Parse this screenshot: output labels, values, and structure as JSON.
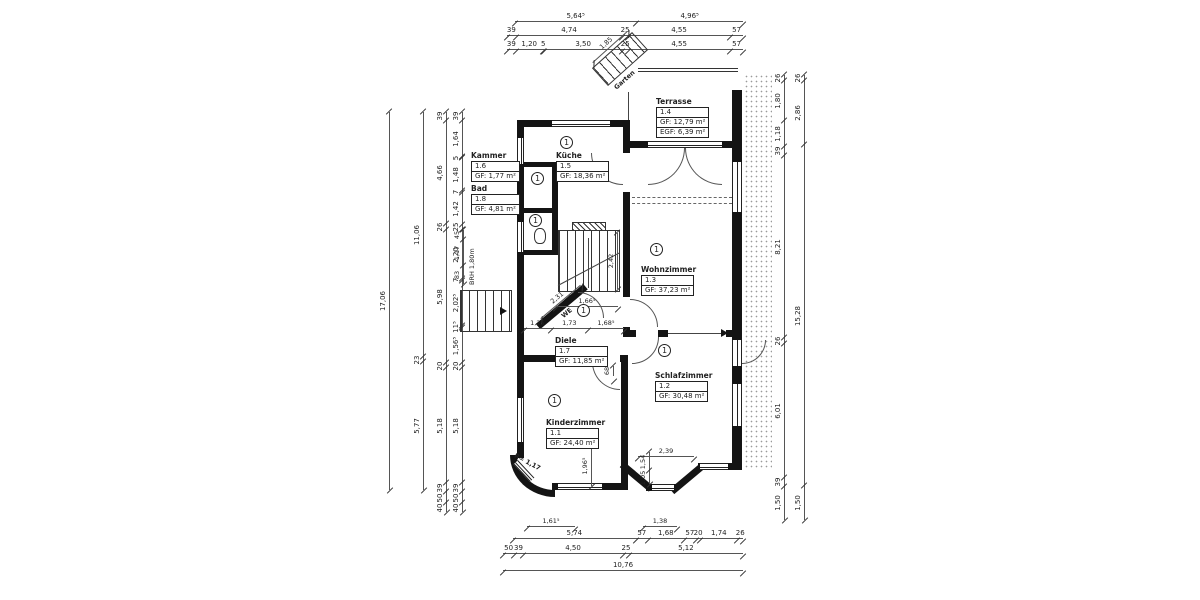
{
  "drawing": {
    "type": "floor-plan",
    "story_marker": "1",
    "rooms": [
      {
        "name": "Kinderzimmer",
        "id": "1.1",
        "gf": "GF: 24,40 m²"
      },
      {
        "name": "Schlafzimmer",
        "id": "1.2",
        "gf": "GF: 30,48 m²"
      },
      {
        "name": "Wohnzimmer",
        "id": "1.3",
        "gf": "GF: 37,23 m²"
      },
      {
        "name": "Terrasse",
        "id": "1.4",
        "gf": "GF: 12,79 m²",
        "egf": "EGF: 6,39 m²"
      },
      {
        "name": "Küche",
        "id": "1.5",
        "gf": "GF: 18,36 m²"
      },
      {
        "name": "Kammer",
        "id": "1.6",
        "gf": "GF: 1,77 m²"
      },
      {
        "name": "Diele",
        "id": "1.7",
        "gf": "GF: 11,85 m²"
      },
      {
        "name": "Bad",
        "id": "1.8",
        "gf": "GF: 4,81 m²"
      }
    ],
    "annotations": {
      "garten": "Garten",
      "brh": "BRH 1,80m",
      "radius": "R= 1,17",
      "we": "WE"
    },
    "colors": {
      "wall": "#141414",
      "dim_line": "#555555",
      "paper": "#ffffff"
    }
  },
  "dims": {
    "top1": [
      {
        "label": "5,64⁵",
        "m": 5.645
      },
      {
        "label": "4,96⁵",
        "m": 4.965
      }
    ],
    "top2": [
      {
        "label": "39",
        "m": 0.39
      },
      {
        "label": "4,74",
        "m": 4.74
      },
      {
        "label": "25",
        "m": 0.25
      },
      {
        "label": "4,55",
        "m": 4.55
      },
      {
        "label": "57",
        "m": 0.57
      }
    ],
    "top3": [
      {
        "label": "39",
        "m": 0.39
      },
      {
        "label": "1,20",
        "m": 1.2
      },
      {
        "label": "5",
        "m": 0.05
      },
      {
        "label": "3,50",
        "m": 3.5
      },
      {
        "label": "25",
        "m": 0.25
      },
      {
        "label": "4,55",
        "m": 4.55
      },
      {
        "label": "57",
        "m": 0.57
      }
    ],
    "left1": [
      {
        "label": "17,06",
        "m": 17.06
      }
    ],
    "left2": [
      {
        "label": "11,06",
        "m": 11.06
      },
      {
        "label": "23",
        "m": 0.23
      },
      {
        "label": "5,77",
        "m": 5.77
      }
    ],
    "left3": [
      {
        "label": "39",
        "m": 0.39
      },
      {
        "label": "4,66",
        "m": 4.66
      },
      {
        "label": "26",
        "m": 0.26
      },
      {
        "label": "5,98",
        "m": 5.98
      },
      {
        "label": "20",
        "m": 0.2
      },
      {
        "label": "5,18",
        "m": 5.18
      },
      {
        "label": "39",
        "m": 0.39
      },
      {
        "label": "50",
        "m": 0.5
      },
      {
        "label": "40",
        "m": 0.4
      }
    ],
    "left4": [
      {
        "label": "39",
        "m": 0.39
      },
      {
        "label": "1,64",
        "m": 1.64
      },
      {
        "label": "5",
        "m": 0.05
      },
      {
        "label": "1,48",
        "m": 1.48
      },
      {
        "label": "7",
        "m": 0.07
      },
      {
        "label": "1,42",
        "m": 1.42
      },
      {
        "label": "25",
        "m": 0.25
      },
      {
        "label": "2,20",
        "m": 2.2
      },
      {
        "label": "7",
        "m": 0.07
      },
      {
        "label": "2,02⁵",
        "m": 2.025
      },
      {
        "label": "11⁵",
        "m": 0.115
      },
      {
        "label": "1,56⁵",
        "m": 1.565
      },
      {
        "label": "20",
        "m": 0.2
      },
      {
        "label": "5,18",
        "m": 5.18
      },
      {
        "label": "39",
        "m": 0.39
      },
      {
        "label": "50",
        "m": 0.5
      },
      {
        "label": "40",
        "m": 0.4
      }
    ],
    "right1": [
      {
        "label": "26",
        "m": 0.26
      },
      {
        "label": "1,80",
        "m": 1.8
      },
      {
        "label": "1,18",
        "m": 1.18
      },
      {
        "label": "39",
        "m": 0.39
      },
      {
        "label": "8,21",
        "m": 8.21
      },
      {
        "label": "26",
        "m": 0.26
      },
      {
        "label": "6,01",
        "m": 6.01
      },
      {
        "label": "39",
        "m": 0.39
      },
      {
        "label": "1,50",
        "m": 1.5
      }
    ],
    "right2": [
      {
        "label": "26",
        "m": 0.26
      },
      {
        "label": "2,86",
        "m": 2.86
      },
      {
        "label": "15,28",
        "m": 15.28
      },
      {
        "label": "1,50",
        "m": 1.5
      }
    ],
    "bottom1": [
      {
        "label": "5,74",
        "m": 5.74
      },
      {
        "label": "57",
        "m": 0.57
      },
      {
        "label": "1,68",
        "m": 1.68
      },
      {
        "label": "57",
        "m": 0.57
      },
      {
        "label": "20",
        "m": 0.2
      },
      {
        "label": "1,74",
        "m": 1.74
      },
      {
        "label": "26",
        "m": 0.26
      }
    ],
    "bottom2": [
      {
        "label": "50",
        "m": 0.5
      },
      {
        "label": "39",
        "m": 0.39
      },
      {
        "label": "4,50",
        "m": 4.5
      },
      {
        "label": "25",
        "m": 0.25
      },
      {
        "label": "5,12",
        "m": 5.12
      }
    ],
    "bottom3": [
      {
        "label": "10,76",
        "m": 10.76
      }
    ],
    "bot_s1": [
      {
        "label": "1,61⁵",
        "m": 1.615
      }
    ],
    "bot_s2": [
      {
        "label": "1,38",
        "m": 1.38
      }
    ],
    "garden": [
      {
        "label": "1,85",
        "m": 1.85
      }
    ],
    "diele_top": [
      {
        "label": "1,25",
        "m": 1.25
      },
      {
        "label": "1,73",
        "m": 1.73
      },
      {
        "label": "1,68⁵",
        "m": 1.685
      }
    ],
    "stair_h": [
      {
        "label": "2,42",
        "m": 2.42
      }
    ],
    "stair_w": [
      {
        "label": "1,66⁵",
        "m": 1.665
      }
    ],
    "we_dim": [
      {
        "label": "2,31",
        "m": 2.31
      }
    ],
    "door_off": [
      {
        "label": "68",
        "m": 0.68
      }
    ],
    "left_int": [
      {
        "label": "45",
        "m": 0.45
      },
      {
        "label": "1,17",
        "m": 1.17
      },
      {
        "label": "83",
        "m": 0.83
      }
    ],
    "kz_bay": [
      {
        "label": "1,96⁵",
        "m": 1.965
      }
    ],
    "sz_bay_w": [
      {
        "label": "2,39",
        "m": 2.39
      }
    ],
    "sz_bay_h": [
      {
        "label": "1,54",
        "m": 1.54
      },
      {
        "label": "1,05",
        "m": 1.05
      }
    ]
  }
}
